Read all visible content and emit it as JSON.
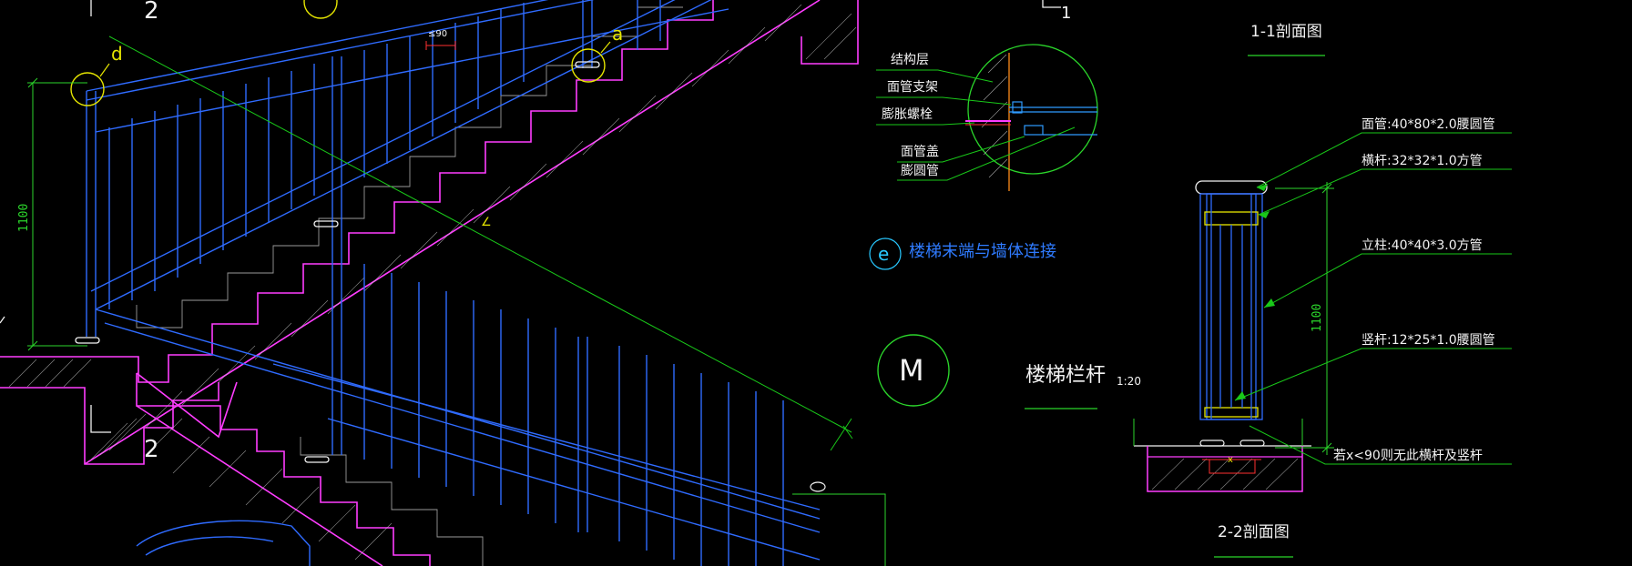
{
  "drawing": {
    "section_mark_1_1": "1-1剖面图",
    "section_mark_2_2": "2-2剖面图",
    "title_main": "楼梯栏杆",
    "title_scale": "1:20",
    "detail_symbol_m": "M",
    "detail_e_symbol": "e",
    "detail_e_title": "楼梯末端与墙体连接",
    "detail_e_labels": [
      "结构层",
      "面管支架",
      "膨胀螺栓",
      "面管盖",
      "膨圆管"
    ],
    "rail_callouts": [
      "面管:40*80*2.0腰圆管",
      "横杆:32*32*1.0方管",
      "立柱:40*40*3.0方管",
      "竖杆:12*25*1.0腰圆管",
      "若x<90则无此横杆及竖杆"
    ],
    "dim_1100_left": "1100",
    "dim_1100_right": "1100",
    "dim_le90": "≤90",
    "mark_a": "a",
    "mark_d": "d",
    "mark_x": "x",
    "section_cut_1": "1",
    "section_cut_2": "2"
  },
  "colors": {
    "background": "#000000",
    "rail_blue": "#2f6bff",
    "concrete_magenta": "#ff3dff",
    "dim_green": "#2bd62b",
    "leader_green": "#19c919",
    "marker_yellow": "#e6e600",
    "text_white": "#f2f2f2",
    "text_cyan": "#28c8ff"
  }
}
